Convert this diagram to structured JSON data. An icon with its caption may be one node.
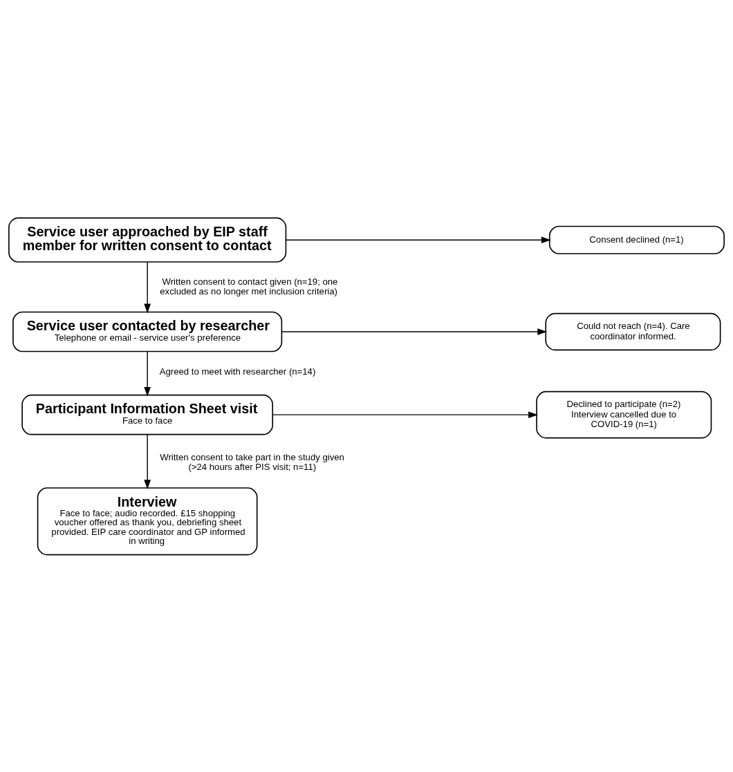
{
  "diagram": {
    "nodes": [
      {
        "text": [
          "Service user approached by EIP staff member for written consent to contact"
        ]
      },
      {
        "text": [
          "Consent declined (n=1)"
        ]
      },
      {
        "text": [
          "Service user contacted by researcher",
          "Telephone or email - service user's preference"
        ]
      },
      {
        "text": [
          "Could not reach (n=4). Care coordinator informed."
        ]
      },
      {
        "text": [
          "Participant Information Sheet visit",
          "Face to face"
        ]
      },
      {
        "text": [
          "Declined to participate (n=2) Interview cancelled due to COVID-19 (n=1)"
        ]
      },
      {
        "text": [
          "Interview",
          "Face to face; audio recorded. £15 shopping voucher offered as thank you, debriefing sheet provided. EIP care coordinator and GP informed in writing"
        ]
      }
    ],
    "edges": [
      {
        "from": 0,
        "to": 1,
        "arrow": "to"
      },
      {
        "from": 0,
        "to": 2,
        "arrow": "to",
        "label": "Written consent to contact given (n=19; one excluded as no longer met inclusion criteria)"
      },
      {
        "from": 2,
        "to": 3,
        "arrow": "to"
      },
      {
        "from": 2,
        "to": 4,
        "arrow": "to",
        "label": "Agreed to meet with researcher (n=14)"
      },
      {
        "from": 4,
        "to": 5,
        "arrow": "to"
      },
      {
        "from": 4,
        "to": 6,
        "arrow": "to",
        "label": "Written consent to take part in the study given (>24 hours after PIS visit; n=11)"
      }
    ]
  }
}
